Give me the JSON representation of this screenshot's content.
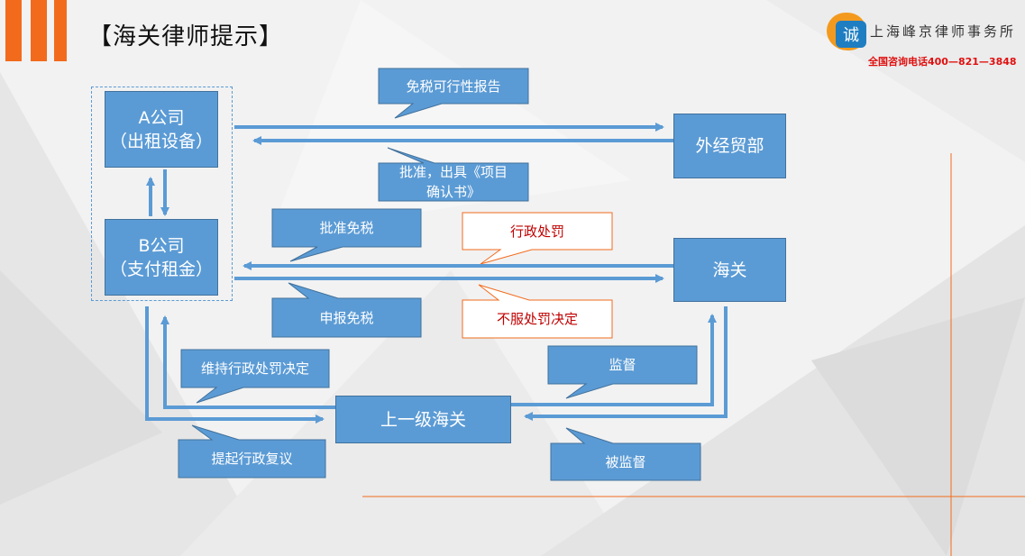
{
  "header": {
    "title": "【海关律师提示】",
    "logo_mark": "诚",
    "logo_name": "上海峰京律师事务所",
    "logo_phone": "全国咨询电话400—821—3848"
  },
  "nodes": {
    "company_a": "A公司\n（出租设备）",
    "company_b": "B公司\n（支付租金）",
    "mofcom": "外经贸部",
    "customs": "海关",
    "superior_customs": "上一级海关"
  },
  "callouts": {
    "feasibility_report": "免税可行性报告",
    "approval_confirm": "批准，出具《项目\n确认书》",
    "approve_exempt": "批准免税",
    "admin_penalty": "行政处罚",
    "declare_exempt": "申报免税",
    "disagree_penalty": "不服处罚决定",
    "maintain_penalty": "维持行政处罚决定",
    "supervise": "监督",
    "admin_review": "提起行政复议",
    "supervised": "被监督"
  },
  "colors": {
    "accent_orange": "#f26b1d",
    "node_blue": "#5b9bd5",
    "node_border": "#41719c",
    "arrow_blue": "#5b9bd5",
    "red_text": "#c00000"
  }
}
